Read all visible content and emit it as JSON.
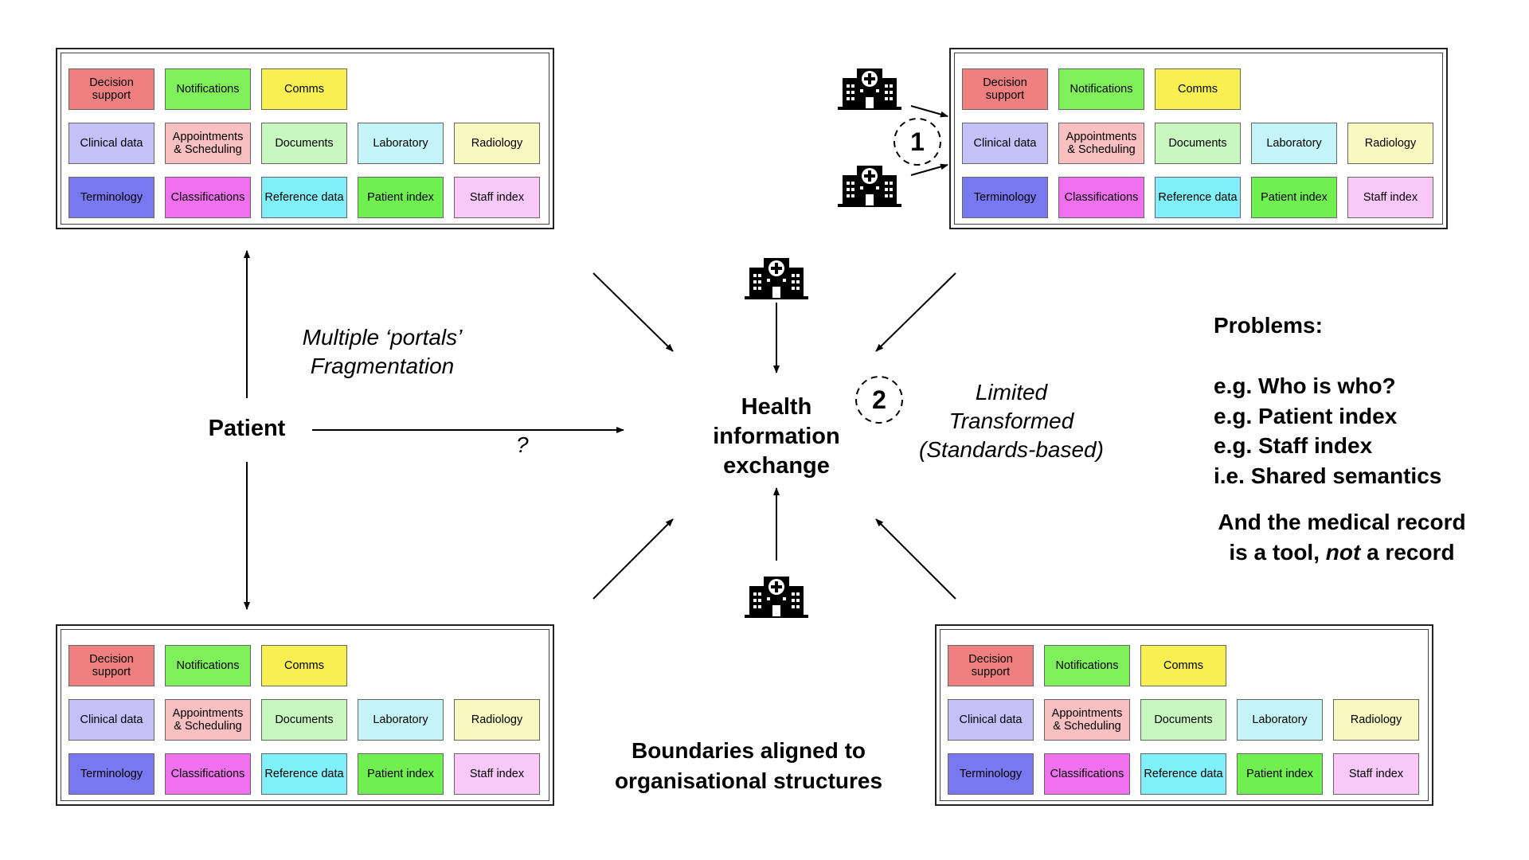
{
  "panel_cells": [
    {
      "label": "Decision\nsupport",
      "color": "#f08080",
      "row": 0,
      "col": 0
    },
    {
      "label": "Notifications",
      "color": "#7ff05a",
      "row": 0,
      "col": 1
    },
    {
      "label": "Comms",
      "color": "#f8f050",
      "row": 0,
      "col": 2
    },
    {
      "label": "Clinical data",
      "color": "#c4c0f8",
      "row": 1,
      "col": 0
    },
    {
      "label": "Appointments\n& Scheduling",
      "color": "#f8c0c0",
      "row": 1,
      "col": 1
    },
    {
      "label": "Documents",
      "color": "#c8f8c0",
      "row": 1,
      "col": 2
    },
    {
      "label": "Laboratory",
      "color": "#c4f4f8",
      "row": 1,
      "col": 3
    },
    {
      "label": "Radiology",
      "color": "#f8f8c0",
      "row": 1,
      "col": 4
    },
    {
      "label": "Terminology",
      "color": "#7878f0",
      "row": 2,
      "col": 0
    },
    {
      "label": "Classifications",
      "color": "#f070f0",
      "row": 2,
      "col": 1
    },
    {
      "label": "Reference data",
      "color": "#80f0f8",
      "row": 2,
      "col": 2
    },
    {
      "label": "Patient index",
      "color": "#70f050",
      "row": 2,
      "col": 3
    },
    {
      "label": "Staff index",
      "color": "#f8c8f8",
      "row": 2,
      "col": 4
    }
  ],
  "patient": "Patient",
  "question_mark": "?",
  "portals_text": "Multiple ‘portals’\nFragmentation",
  "hie_text": "Health\ninformation\nexchange",
  "badge_1": "1",
  "badge_2": "2",
  "limited_text": "Limited\nTransformed\n(Standards-based)",
  "problems_title": "Problems:",
  "problems_items": "e.g. Who is who?\ne.g. Patient index\ne.g. Staff index\ni.e. Shared semantics",
  "medical_record_prefix": "And the medical record\nis a tool, ",
  "medical_record_emph": "not",
  "medical_record_suffix": " a record",
  "boundaries_text": "Boundaries aligned to\norganisational structures",
  "icons": [
    "hospital-icon"
  ]
}
